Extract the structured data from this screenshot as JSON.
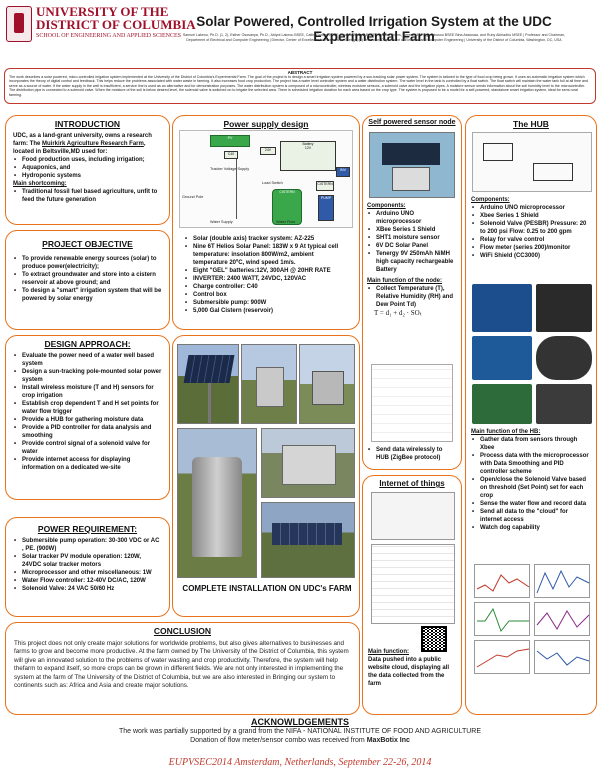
{
  "header": {
    "logo_line1": "UNIVERSITY OF THE",
    "logo_line2": "DISTRICT OF COLUMBIA",
    "logo_line3": "SCHOOL OF ENGINEERING AND APPLIED SCIENCES",
    "title": "Solar Powered, Controlled Irrigation System at the UDC Experimental Farm",
    "authors": "Samuel Lakeou, Ph.D. (1, 2), Esther Ososanya, Ph.D., Abiyot Lakeou BSEE, Catlin Gorban BSEE, Kwame Anoma BSEE, Samuel Shuns, Serene Mita Ogbobbosou BSEE Bina Assiusaa, and Ruby Akinadhu MSEE | Professor and Chairman, Department of Electrical and Computer Engineering | Director, Center of Excellence for Renewable Energy | (2) Professor, Department of Electrical and Computer Engineering | University of the District of Columbia, Washington, DC, USA"
  },
  "abstract": {
    "title": "ABSTRACT",
    "text": "The work describes a solar powered, micro-controlled irrigation system implemented at the University of the District of Columbia's Experimental Farm. The goal of the project is to design a smart irrigation system powered by a sun-tracking solar power system. The system is tailored to the type of food crop being grown. It uses an automatic irrigation system which incorporates the theory of digital control and feedback. This helps reduce the problems associated with water waste in farming. It also increases food crop production. The project has a water level controller system and a water distribution system. The water level in the tank is controlled by a float switch. The float switch will maintain the water tank full at all time and serve as a source of water. If the water supply in the well is insufficient, a service line is used as an alternative and for demonstration purposes. The water distribution system is composed of a microcontroller, wireless moisture sensors, a solenoid valve and the irrigation pipes. A moisture sensor sends information about the soil humidity level to the microcontroller. The distribution pipe is connected to a solenoid valve. When the moisture of the soil is below desired level, the solenoid valve is switched on to irrigate the selected area. There is scheduled irrigation duration for each area based on the crop type. The system is proposed to be a model for a self-powered, standalone smart irrigation system, ideal for semi-rural farming."
  },
  "intro": {
    "title": "INTRODUCTION",
    "p1": "UDC, as a land-grant university, owns a research farm: The ",
    "farm": "Muirkirk Agriculture Research Farm",
    "p2": ", located in Beltsville,MD used for:",
    "items": [
      "Food production uses, including irrigation;",
      "Aquaponics, and",
      "Hydroponic systems"
    ],
    "shortcoming_label": "Main shortcoming",
    "shortcoming": "Traditional fossil fuel based agriculture, unfit to feed the future generation"
  },
  "objective": {
    "title": "PROJECT OBJECTIVE",
    "items": [
      "To provide renewable energy sources (solar) to produce power(electricity);",
      "To extract groundwater and store into a cistern reservoir at above ground; and",
      "To design a \"smart\" irrigation system that will be powered by solar energy"
    ]
  },
  "design": {
    "title": "DESIGN APPROACH:",
    "items": [
      "Evaluate the power need of a water well based system",
      "Design a sun-tracking pole-mounted solar power system",
      "Install wireless moisture (T and H) sensors for crop irrigation",
      "Establish crop dependent T and H set points for water flow trigger",
      "Provide a HUB for gathering moisture data",
      "Provide a PID controller for data analysis and smoothing",
      "Provide control signal of a solenoid valve for water",
      "Provide internet access for displaying information on a dedicated we-site"
    ]
  },
  "power": {
    "title": "POWER REQUIREMENT:",
    "items": [
      "Submersible pump operation: 30-300 VDC or AC , PE. (900W)",
      "Solar tracker PV module operation: 120W, 24VDC solar tracker motors",
      "Microprocessor and other miscellaneous: 1W",
      "Water Flow controller: 12-40V DC/AC, 120W",
      "Solenoid Valve: 24 VAC 50/60 Hz"
    ]
  },
  "psd": {
    "title": "Power supply design",
    "labels": {
      "pv": "PV",
      "c40": "C40",
      "v24": "24V",
      "v12": "12V",
      "battery": "Battery",
      "inverter": "INV",
      "tracker": "Tracker Voltage Supply",
      "load_switch": "Load Switch",
      "ground_pole": "Ground Pole",
      "cistern": "CISTERN",
      "cistern_box": "CISTERN",
      "pump": "PUMP",
      "water_flow": "Water Flow",
      "water_supply": "Water Supply",
      "control_box": "Control box"
    },
    "specs": [
      "Solar (double axis) tracker system: AZ-225",
      "Nine 6T Helios Solar Panel: 183W x 9 At typical cell temperature: insolation 800W/m2, ambient temperature 20ºC, wind speed 1m/s.",
      "Eight \"GEL\" batteries:12V, 300AH @ 20HR RATE",
      "INVERTER: 2400 WATT, 24VDC, 120VAC",
      "Charge controller: C40",
      "Control box",
      "Submersible pump: 900W",
      "5,000 Gal Cistern (reservoir)"
    ]
  },
  "install": {
    "title": "COMPLETE INSTALLATION ON UDC's FARM"
  },
  "sensor": {
    "title": "Self powered sensor node",
    "components_label": "Components:",
    "components": [
      "Arduino UNO microprocessor",
      "XBee Series 1 Shield",
      "SHT1 moisture sensor",
      "6V DC Solar Panel",
      "Tenergy 9V 250mAh NiMH high capacity rechargeable Battery"
    ],
    "function_label": "Main function of the node:",
    "functions": [
      "Collect Temperature (T), Relative Humidity (RH) and Dew Point Td)"
    ],
    "equation": "T = d₁ + d₂ · SOₜ",
    "send": "Send data wirelessly to HUB (ZigBee protocol)"
  },
  "iot": {
    "title": "Internet of things",
    "main_function_label": "Main function:",
    "main_function": "Data pushed into a public website cloud, displaying all the data collected from the farm"
  },
  "hub": {
    "title": "The HUB",
    "components_label": "Components:",
    "components": [
      "Arduino UNO microprocessor",
      "Xbee Series 1 Shield",
      "Solenoid Valve (PESBR) Pressure: 20 to 200 psi Flow: 0.25 to 200 gpm",
      "Relay for valve control",
      "Flow meter (series 200)/monitor",
      "WiFi Shield (CC3000)"
    ],
    "function_label": "Main function of the HB:",
    "functions": [
      "Gather data from sensors through Xbee",
      "Process data with the microprocessor with Data Smoothing and PID controller scheme",
      "Open/close the Solenoid Valve based on threshold (Set Point) set for each crop",
      "Sense the water flow and record data",
      "Send all data to the \"cloud\" for internet access",
      "Watch dog capability"
    ]
  },
  "conclusion": {
    "title": "CONCLUSION",
    "text": "This project does not only create major solutions for worldwide problems, but also gives alternatives to businesses and farms to grow and become more productive. At the farm owned by The University of the District of Columbia, this system will give an innovated solution to the problems of water wasting and crop productivity. Therefore, the system will help thefarm to expand itself, so more crops can be grown in different fields. We are not only interested in implementing the system at the farm of The University of the District of Columbia, but we are also interested in Bringing our system to continents such as: Africa and Asia and create major solutions."
  },
  "ack": {
    "title": "ACKNOWLDGEMENTS",
    "line1": "The work was partially supported by a grand from the NIFA - NATIONAL INSTITUTE OF FOOD AND AGRICULTURE",
    "line2a": "Donation of flow meter/sensor combo was received from ",
    "line2b": "MaxBotix Inc"
  },
  "footer": "EUPVSEC2014 Amsterdam, Netherlands, September 22-26, 2014",
  "colors": {
    "panel_border": "#e8731c",
    "abstract_border": "#c0392b",
    "brand": "#a0102a"
  }
}
